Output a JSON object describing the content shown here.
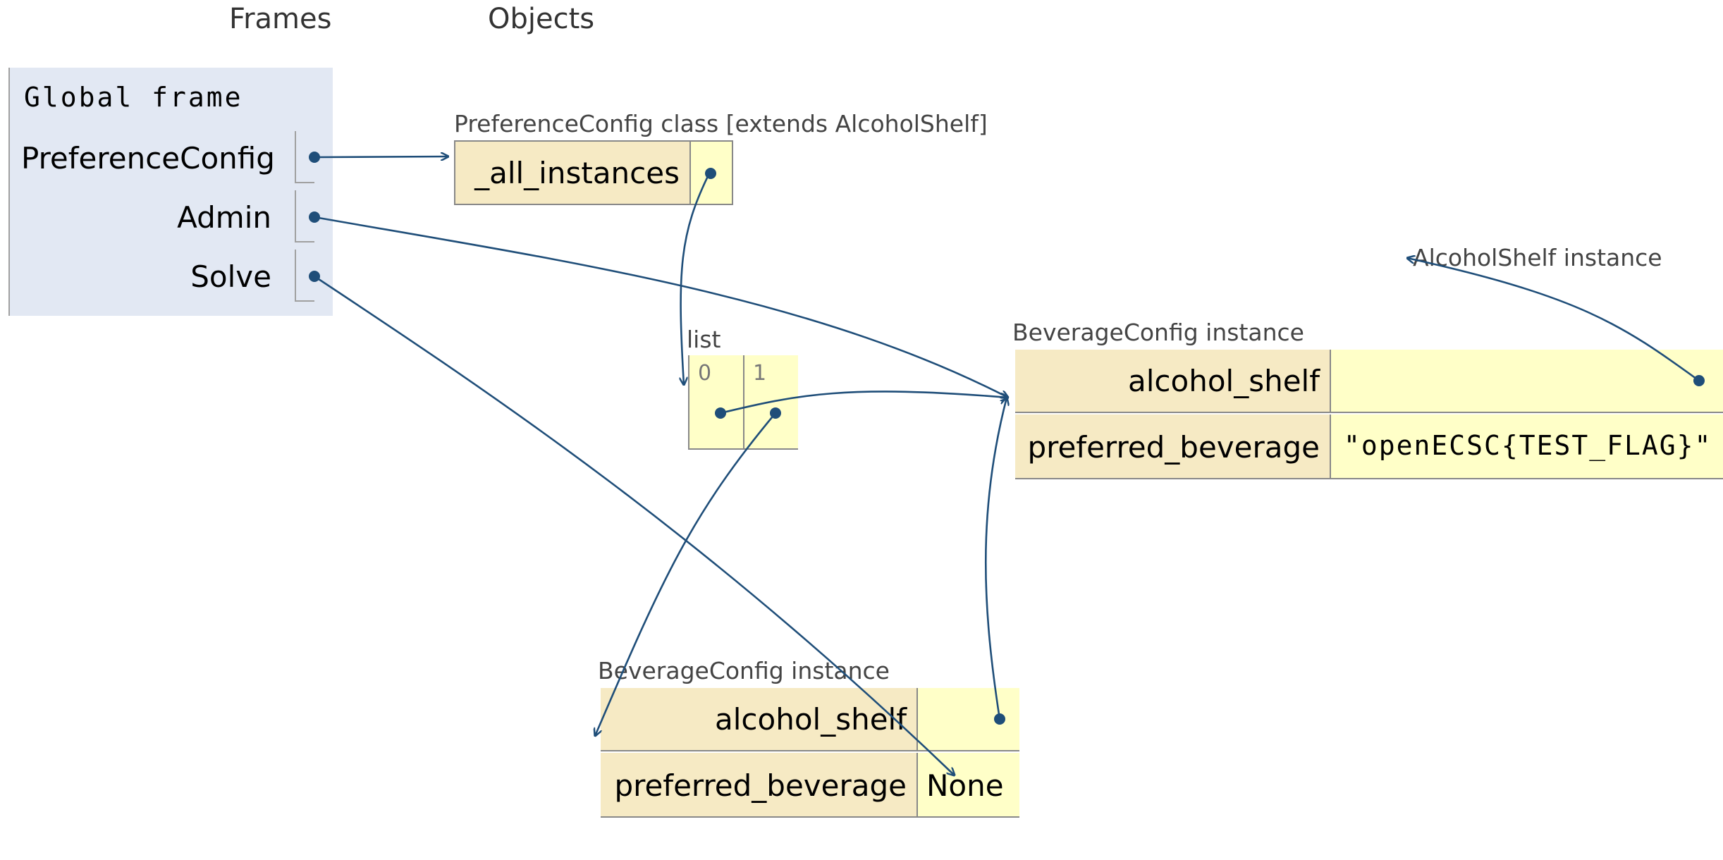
{
  "headers": {
    "frames": "Frames",
    "objects": "Objects"
  },
  "global_frame": {
    "title": "Global frame",
    "variables": [
      "PreferenceConfig",
      "Admin",
      "Solve"
    ]
  },
  "class_obj": {
    "label": "PreferenceConfig class [extends AlcoholShelf]",
    "field": "_all_instances"
  },
  "list_obj": {
    "label": "list",
    "indices": [
      "0",
      "1"
    ]
  },
  "instance_right": {
    "label": "BeverageConfig instance",
    "fields": [
      "alcohol_shelf",
      "preferred_beverage"
    ],
    "preferred_value": "\"openECSC{TEST_FLAG}\""
  },
  "instance_bottom": {
    "label": "BeverageConfig instance",
    "fields": [
      "alcohol_shelf",
      "preferred_beverage"
    ],
    "preferred_value": "None"
  },
  "alcohol_shelf_instance": {
    "label": "AlcoholShelf instance"
  },
  "colors": {
    "frame_bg": "#e2e8f3",
    "key_bg": "#f6eac4",
    "value_bg": "#ffffc8",
    "arrow": "#1f4e79"
  }
}
